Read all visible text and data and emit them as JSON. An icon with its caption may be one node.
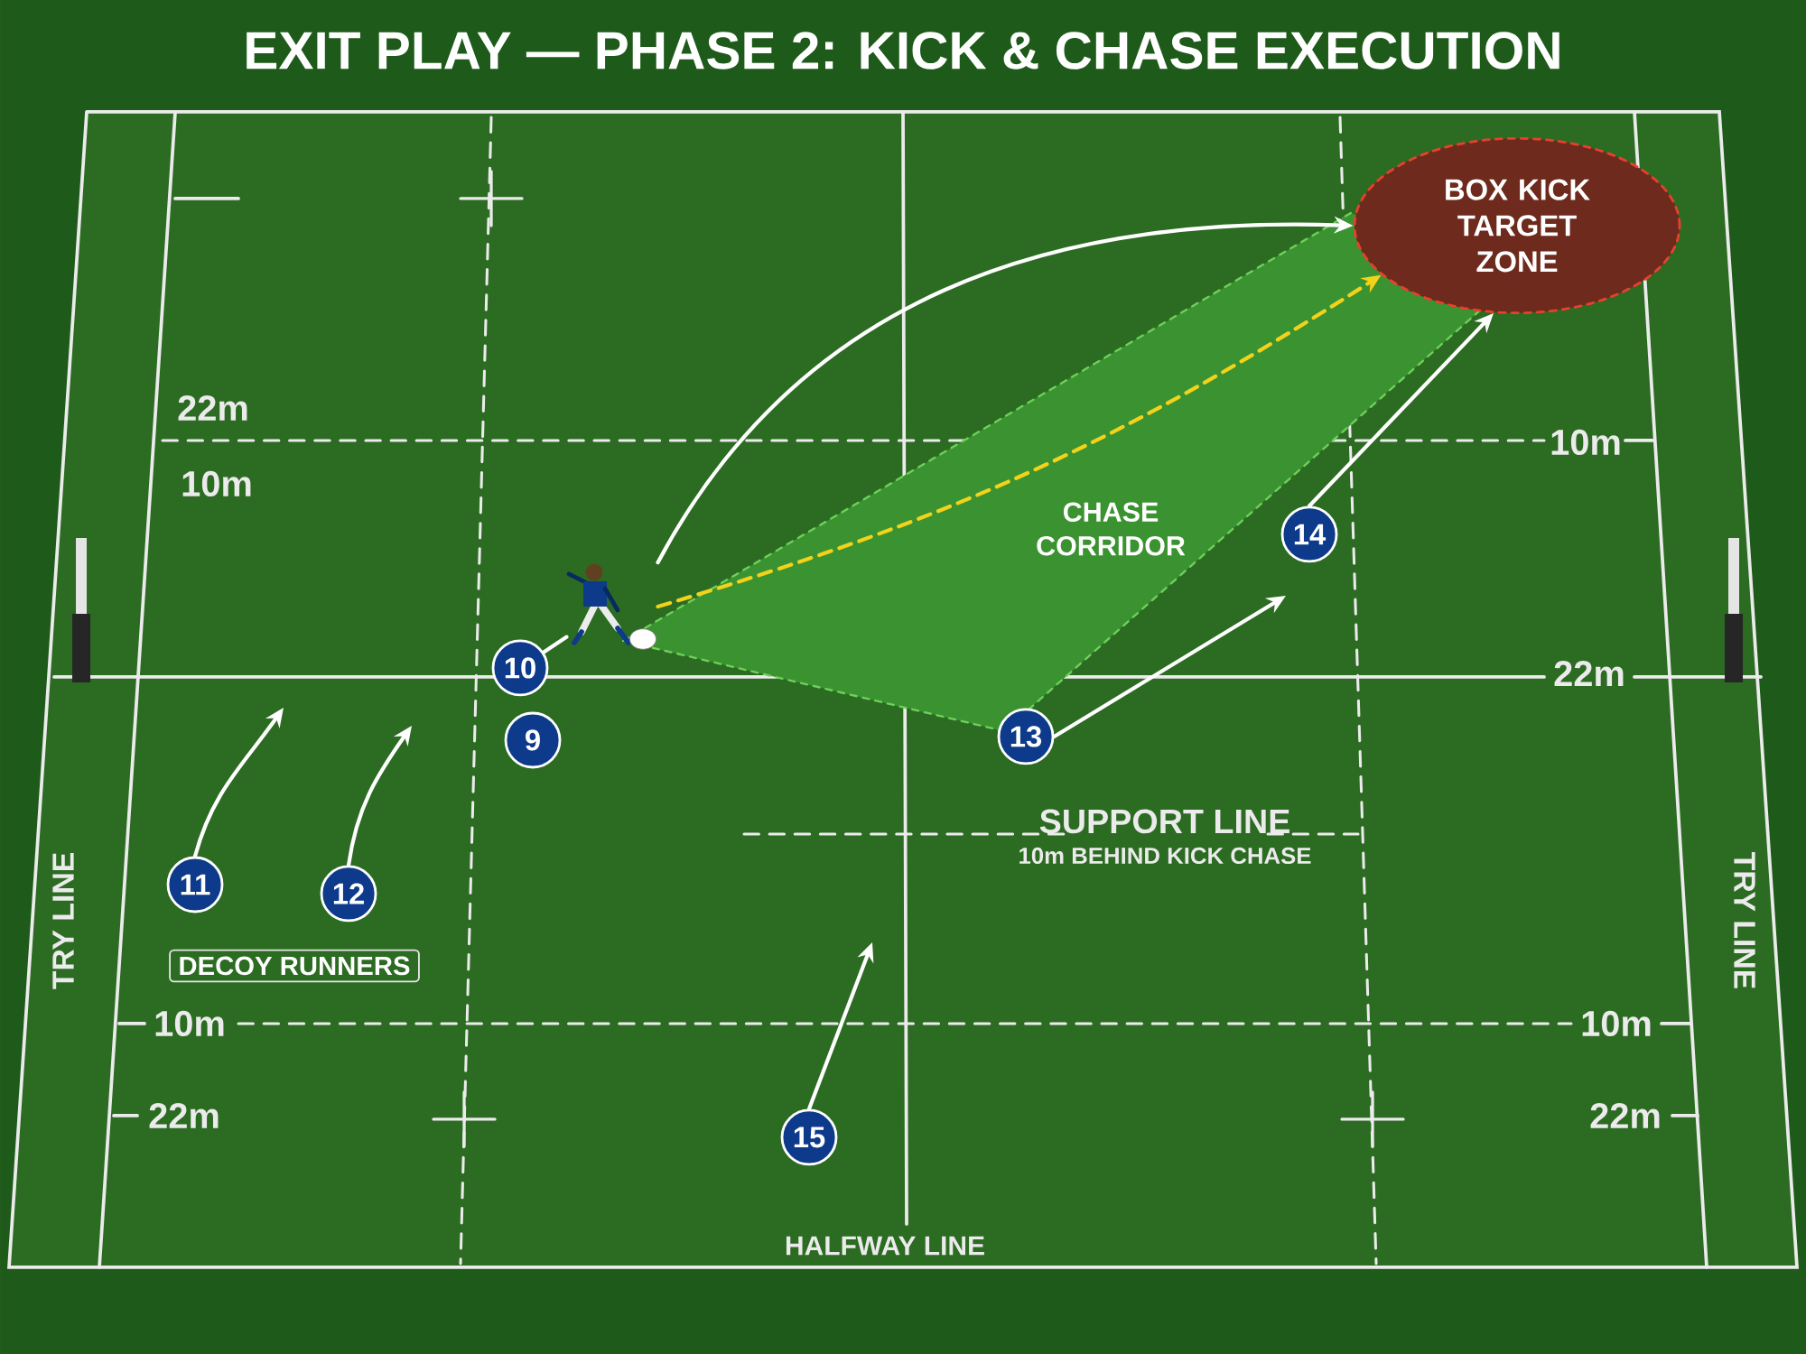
{
  "diagram": {
    "title": "EXIT PLAY — PHASE 2: KICK & CHASE EXECUTION",
    "nodes": [
      {
        "text": [
          "10"
        ]
      },
      {
        "text": [
          "9"
        ]
      },
      {
        "text": [
          "11"
        ]
      },
      {
        "text": [
          "12"
        ]
      },
      {
        "text": [
          "13"
        ]
      },
      {
        "text": [
          "14"
        ]
      },
      {
        "text": [
          "15"
        ]
      },
      {
        "text": [
          "BOX KICK TARGET ZONE"
        ]
      },
      {
        "text": [],
        "shape": "picture"
      },
      {
        "text": [
          "DECOY RUNNERS"
        ]
      },
      {
        "text": [
          "CHASE CORRIDOR"
        ]
      }
    ],
    "edges": [
      {
        "from": 0,
        "to": 8,
        "arrow": "none"
      },
      {
        "from": 8,
        "to": 7,
        "arrow": "to"
      },
      {
        "from": 8,
        "to": 7,
        "arrow": "to",
        "style": "dashed",
        "color": "#f2d21b"
      },
      {
        "from": 2,
        "to": null,
        "arrow": "to"
      },
      {
        "from": 3,
        "to": null,
        "arrow": "to"
      },
      {
        "from": 4,
        "to": null,
        "arrow": "to"
      },
      {
        "from": 5,
        "to": 7,
        "arrow": "to"
      },
      {
        "from": 6,
        "to": null,
        "arrow": "to"
      }
    ],
    "labels": [
      "22m",
      "10m",
      "10m",
      "22m",
      "SUPPORT LINE",
      "10m BEHIND KICK CHASE",
      "TRY LINE",
      "TRY LINE",
      "10m",
      "10m",
      "22m",
      "22m",
      "HALFWAY LINE"
    ]
  }
}
